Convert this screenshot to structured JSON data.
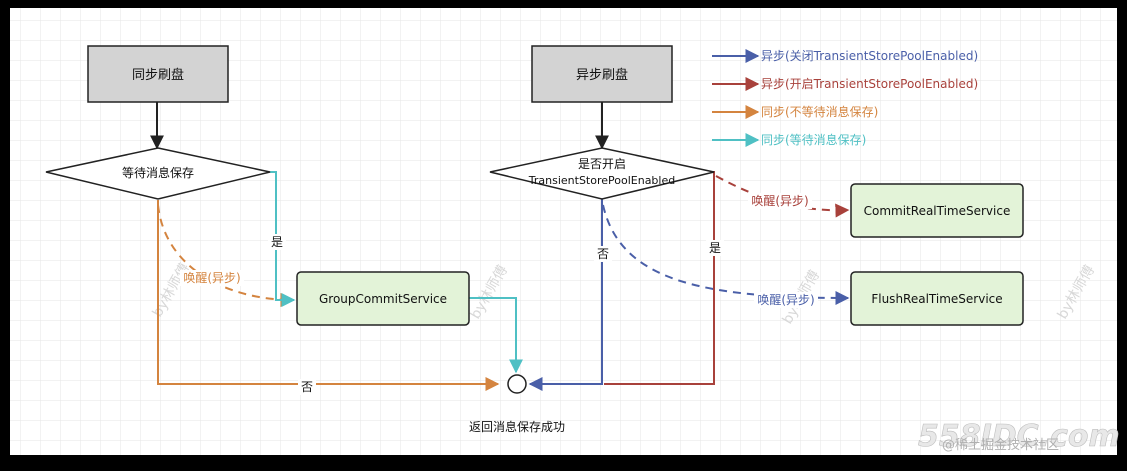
{
  "diagram": {
    "sync_flush": "同步刷盘",
    "async_flush": "异步刷盘",
    "wait_save": "等待消息保存",
    "transient_q1": "是否开启",
    "transient_q2": "TransientStorePoolEnabled",
    "group_commit": "GroupCommitService",
    "commit_realtime": "CommitRealTimeService",
    "flush_realtime": "FlushRealTimeService",
    "end_label": "返回消息保存成功",
    "yes": "是",
    "no": "否",
    "wakeup_async": "唤醒(异步)"
  },
  "legend": [
    {
      "label": "异步(关闭TransientStorePoolEnabled)",
      "color": "#4a5fa8"
    },
    {
      "label": "异步(开启TransientStorePoolEnabled)",
      "color": "#a8413b"
    },
    {
      "label": "同步(不等待消息保存)",
      "color": "#d4843f"
    },
    {
      "label": "同步(等待消息保存)",
      "color": "#4fc0c4"
    }
  ],
  "watermarks": [
    "by林师傅",
    "by林师傅",
    "by林师傅",
    "by林师傅"
  ],
  "footer": {
    "brand": "558IDC.com",
    "sub": "@稀土掘金技术社区"
  },
  "colors": {
    "blue": "#4a5fa8",
    "red": "#a8413b",
    "orange": "#d4843f",
    "cyan": "#4fc0c4",
    "node_gray": "#d3d3d3",
    "node_green": "#e3f3d8"
  }
}
